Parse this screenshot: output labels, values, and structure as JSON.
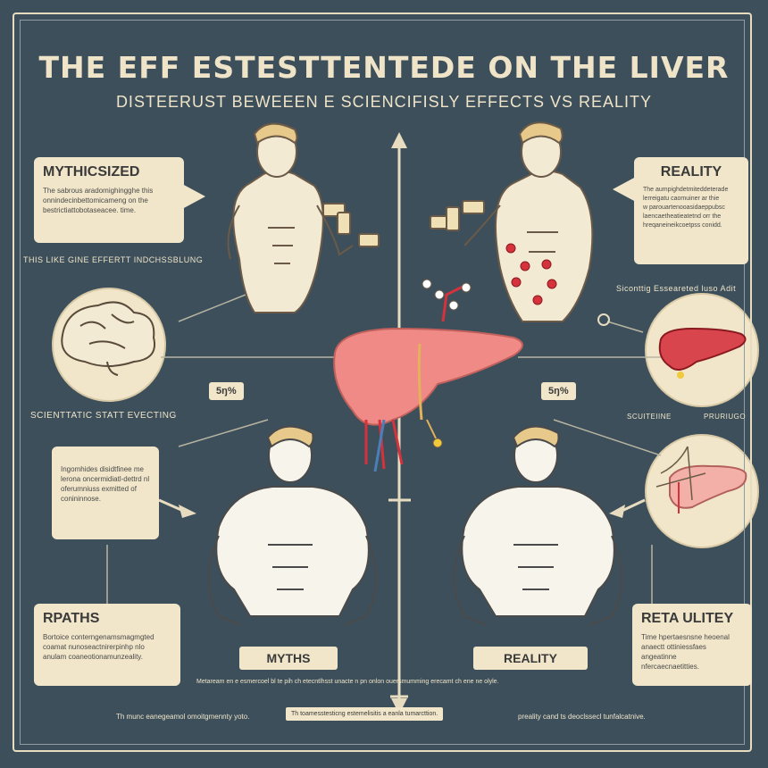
{
  "title": "THE EFF ESTESTTENTEDE ON THE LIVER",
  "subtitle": "DISTEERUST BEWEEEN E SCIENCIFISLY EFFECTS VS REALITY",
  "top_left_card": {
    "heading": "MYTHICSIZED",
    "lines": [
      "The sabrous aradomighingghe this",
      "onnindecinbettomicameng on the",
      "bestrictiattobotaseacee. time."
    ]
  },
  "top_right_card": {
    "heading": "REALITY",
    "lines": [
      "The aumpighdetmiteddeterade",
      "lerreigatu caomuiner ar thie",
      "w parouartenooasidaeppubsc",
      "laencaetheatieatetnd orr the",
      "hreqaneineikcoetpss conidd."
    ]
  },
  "label_left_mid": "THIS LIKE GINE EFFERTT INDCHSSBLUNG",
  "label_right_mid": "Siconttig Esseareted luso Adit",
  "pct_left": "5ŋ%",
  "pct_right": "5ŋ%",
  "label_scientific": "SCIENTTATIC STATT EVECTING",
  "label_right_small_a": "SCUITEIINE",
  "label_right_small_b": "PRURIUGO",
  "mid_left_card": {
    "lines": [
      "Ingomhides disidtfinee me",
      "lerona oncermidiatl-dettrd nl",
      "oferumniuss exmitted of",
      "conininnose."
    ]
  },
  "bottom_left_card": {
    "heading": "RPATHS",
    "lines": [
      "Bortoice conterngenamsmagmgted",
      "coamat nunoseactnirerpinhp nlo",
      "anulam coaneotionamunzeality."
    ]
  },
  "bottom_right_card": {
    "heading": "RETA ULITEY",
    "lines": [
      "Time hpertaesnsne heoenal",
      "anaectt ottiniessfaes angeatinne",
      "nfercaecnaetitties."
    ]
  },
  "ribbon_myths": "MYTHS",
  "ribbon_reality": "REALITY",
  "strip_long": "Metaream en e esmercoel bl te pih ch etecntlhsst unacte n pn onlon ouersmumming erecamt ch ene ne olyle.",
  "footer_left": "Th munc eanegeamol omoitgmennty yoto.",
  "footer_box": "Th toamesstesticng estemelisitis a eanla tumarcttion.",
  "footer_right": "preality cand ts deoclssecl tunfalcatnive.",
  "colors": {
    "background": "#3d4f5b",
    "cream": "#f1e6c9",
    "liver": "#ef8a86",
    "accent_red": "#d6323c"
  }
}
